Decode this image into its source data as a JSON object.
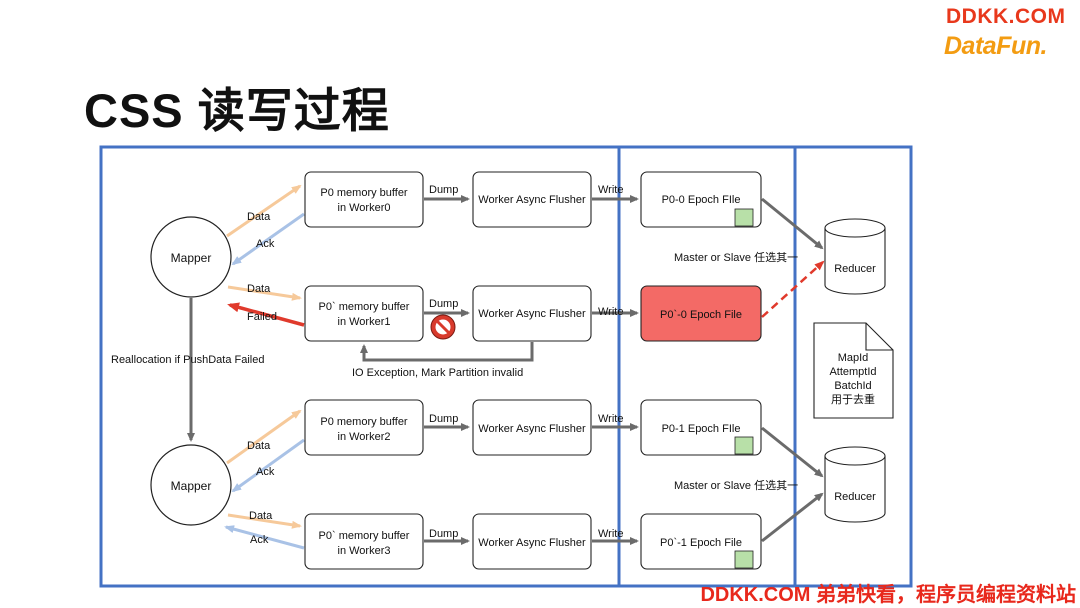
{
  "header": {
    "brand_top": "DDKK.COM",
    "brand_logo": "DataFun.",
    "title": "CSS 读写过程"
  },
  "footer": {
    "text": "DDKK.COM 弟弟快看，程序员编程资料站"
  },
  "diagram": {
    "mapper_top": "Mapper",
    "mapper_bottom": "Mapper",
    "buffer0_line1": "P0 memory buffer",
    "buffer0_line2": "in Worker0",
    "buffer1_line1": "P0` memory buffer",
    "buffer1_line2": "in Worker1",
    "buffer2_line1": "P0 memory buffer",
    "buffer2_line2": "in Worker2",
    "buffer3_line1": "P0` memory buffer",
    "buffer3_line2": "in Worker3",
    "flusher0": "Worker Async Flusher",
    "flusher1": "Worker Async Flusher",
    "flusher2": "Worker Async Flusher",
    "flusher3": "Worker Async Flusher",
    "file0": "P0-0 Epoch FIle",
    "file1": "P0`-0 Epoch File",
    "file2": "P0-1 Epoch FIle",
    "file3": "P0`-1 Epoch File",
    "reducer_top": "Reducer",
    "reducer_bottom": "Reducer",
    "lbl_data_0": "Data",
    "lbl_ack_0": "Ack",
    "lbl_data_1": "Data",
    "lbl_failed": "Failed",
    "lbl_data_2": "Data",
    "lbl_ack_2": "Ack",
    "lbl_data_3": "Data",
    "lbl_ack_3": "Ack",
    "lbl_dump_0": "Dump",
    "lbl_dump_1": "Dump",
    "lbl_dump_2": "Dump",
    "lbl_dump_3": "Dump",
    "lbl_write_0": "Write",
    "lbl_write_1": "Write",
    "lbl_write_2": "Write",
    "lbl_write_3": "Write",
    "reallocation": "Reallocation if PushData Failed",
    "io_exception": "IO Exception, Mark Partition invalid",
    "master_slave_top": "Master or Slave 任选其一",
    "master_slave_bottom": "Master or Slave 任选其一",
    "note_line1": "MapId",
    "note_line2": "AttemptId",
    "note_line3": "BatchId",
    "note_line4": "用于去重",
    "colors": {
      "frame_blue": "#4472c4",
      "data_arrow": "#f6c99a",
      "ack_arrow": "#a9c2e6",
      "failed_red": "#e03a2c",
      "failed_fill": "#f36a66",
      "file_badge": "#b8e0a8",
      "arrow_gray": "#6b6b6b"
    }
  }
}
